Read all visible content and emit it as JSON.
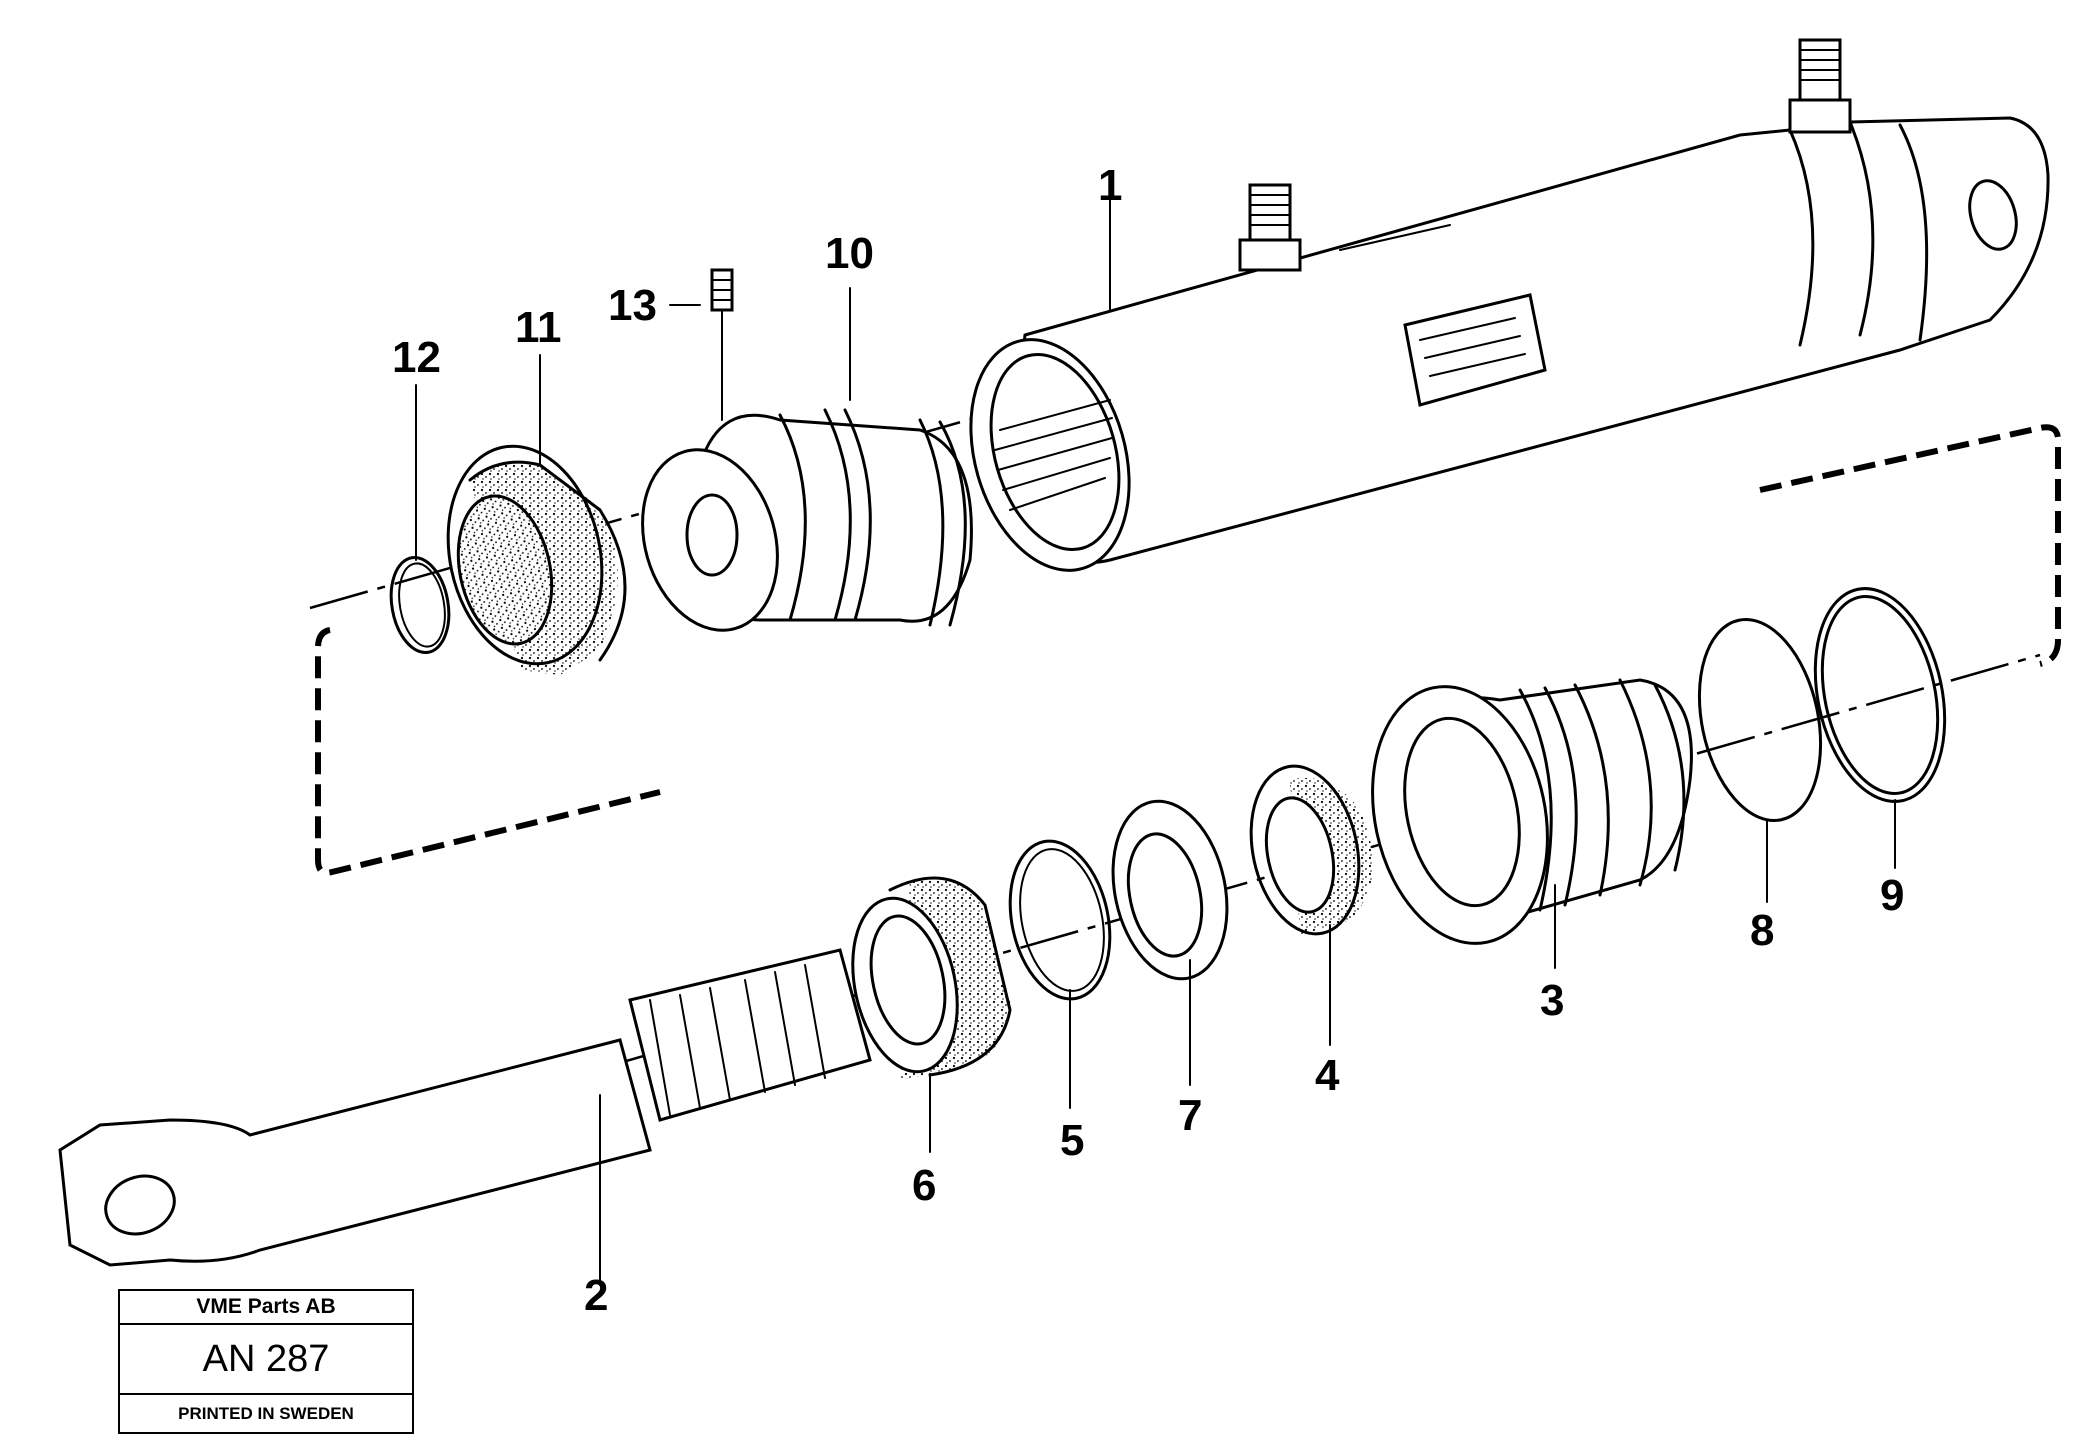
{
  "title_block": {
    "company": "VME Parts AB",
    "code": "AN 287",
    "printed": "PRINTED IN SWEDEN"
  },
  "callouts": {
    "c1": "1",
    "c2": "2",
    "c3": "3",
    "c4": "4",
    "c5": "5",
    "c6": "6",
    "c7": "7",
    "c8": "8",
    "c9": "9",
    "c10": "10",
    "c11": "11",
    "c12": "12",
    "c13": "13"
  }
}
